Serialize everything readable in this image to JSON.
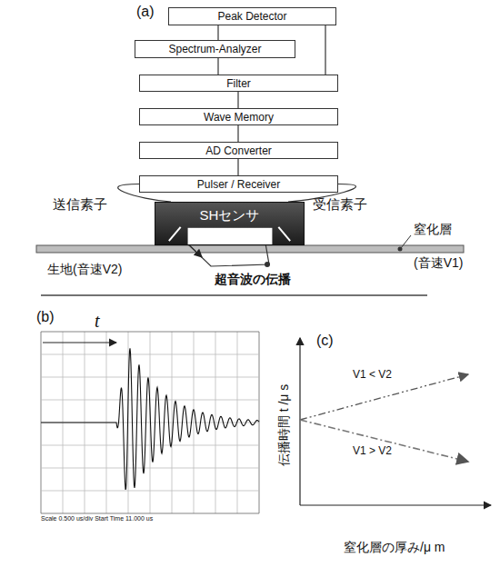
{
  "diagram": {
    "nodes": [
      {
        "text": [
          "Peak Detector"
        ]
      },
      {
        "text": [
          "Spectrum-Analyzer"
        ]
      },
      {
        "text": [
          "Filter"
        ]
      },
      {
        "text": [
          "Wave Memory"
        ]
      },
      {
        "text": [
          "AD Converter"
        ]
      },
      {
        "text": [
          "Pulser / Receiver"
        ]
      },
      {
        "text": [
          "SHセンサ"
        ]
      }
    ],
    "edges": [
      {
        "from": 1,
        "to": 0,
        "arrow": "none"
      },
      {
        "from": 2,
        "to": 1,
        "arrow": "none"
      },
      {
        "from": 3,
        "to": 2,
        "arrow": "none"
      },
      {
        "from": 4,
        "to": 3,
        "arrow": "none"
      },
      {
        "from": 5,
        "to": 4,
        "arrow": "none"
      },
      {
        "from": 2,
        "to": 0,
        "arrow": "none"
      },
      {
        "from": 5,
        "to": 6,
        "arrow": "none"
      },
      {
        "from": 5,
        "to": 6,
        "arrow": "none"
      }
    ],
    "labels": [
      "(a)",
      "送信素子",
      "受信素子",
      "窒化層",
      "(音速V1)",
      "生地(音速V2)",
      "超音波の伝播",
      "(b)",
      "t",
      "Scale 0.500 us/div Start Time 11.000 us",
      "(c)",
      "V1 < V2",
      "V1 > V2",
      "伝播時間 t /μ s",
      "窒化層の厚み/μ m"
    ]
  }
}
